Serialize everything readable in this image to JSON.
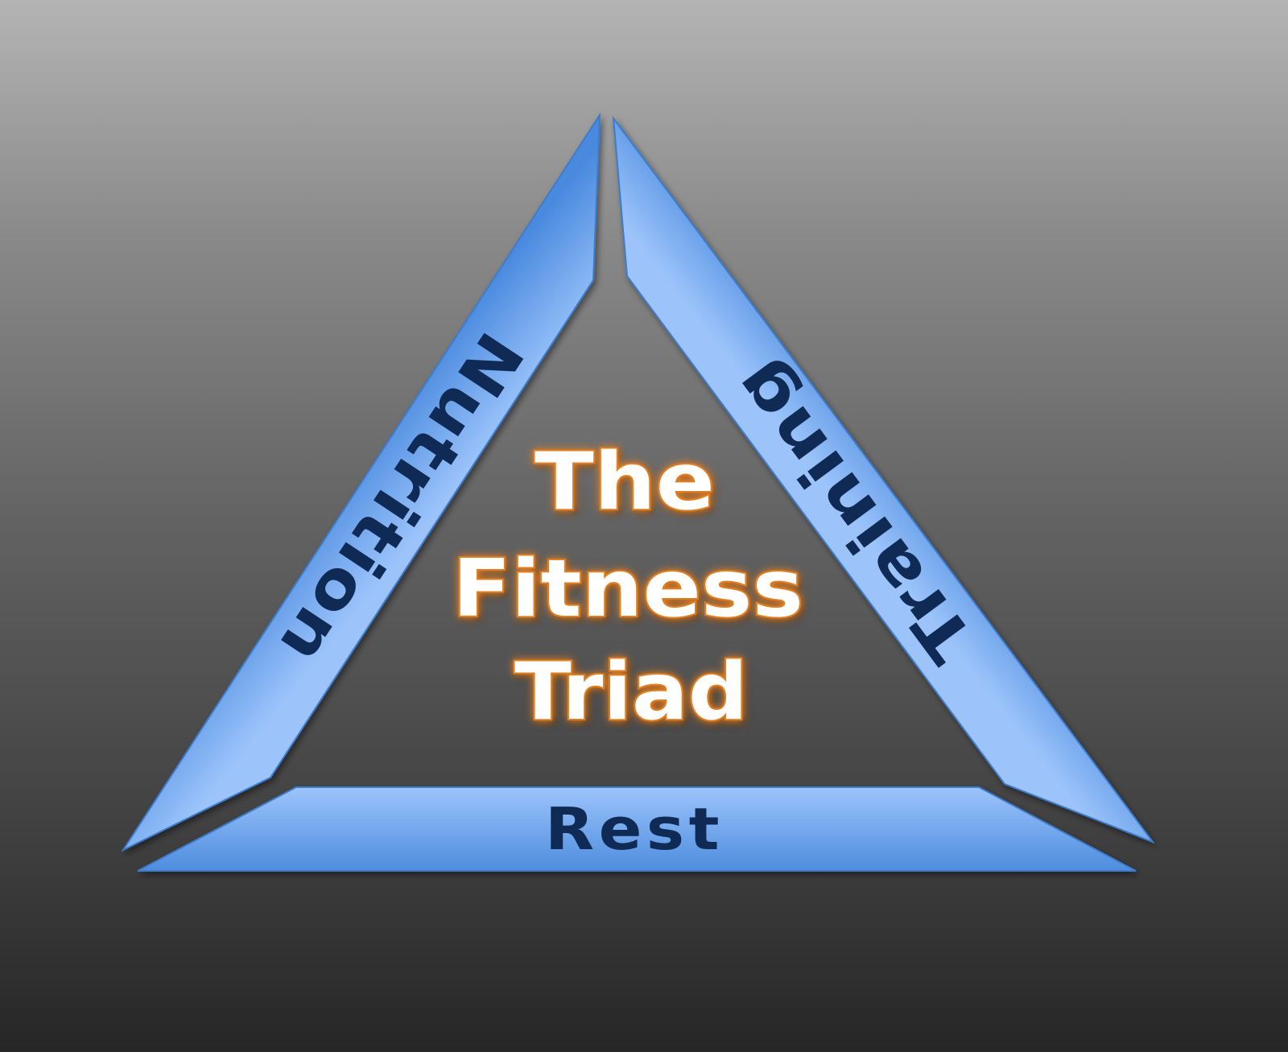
{
  "title_lines": [
    "The",
    "Fitness",
    "Triad"
  ],
  "sides": {
    "left": "Nutrition",
    "right": "Training",
    "bottom": "Rest"
  },
  "colors": {
    "bar_light": "#9cc4fb",
    "bar_dark": "#4a8ade",
    "bar_edge": "#3d7ccd",
    "side_text": "#0f2b55",
    "title_fill": "#ffffff",
    "title_glow": "#e07f22"
  }
}
